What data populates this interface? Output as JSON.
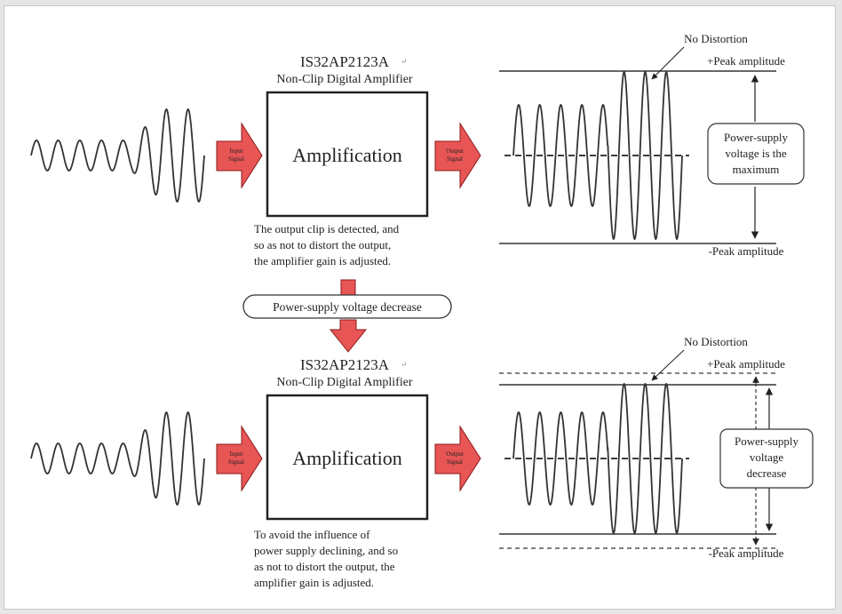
{
  "top": {
    "chip_title": "IS32AP2123A",
    "chip_subtitle": "Non-Clip Digital Amplifier",
    "box_label": "Amplification",
    "input_arrow_label": [
      "Input",
      "Signal"
    ],
    "output_arrow_label": [
      "Output",
      "Signal"
    ],
    "caption": [
      "The output clip is detected, and",
      "so as not to distort the output,",
      "the amplifier gain is adjusted."
    ],
    "no_distortion": "No Distortion",
    "peak_plus": "+Peak amplitude",
    "peak_minus": "-Peak amplitude",
    "side_box": [
      "Power-supply",
      "voltage is the",
      "maximum"
    ]
  },
  "middle": {
    "pill_label": "Power-supply voltage decrease"
  },
  "bottom": {
    "chip_title": "IS32AP2123A",
    "chip_subtitle": "Non-Clip Digital Amplifier",
    "box_label": "Amplification",
    "input_arrow_label": [
      "Input",
      "Signal"
    ],
    "output_arrow_label": [
      "Output",
      "Signal"
    ],
    "caption": [
      "To avoid the influence of",
      "power supply declining, and so",
      "as not to distort the output, the",
      "amplifier gain is adjusted."
    ],
    "no_distortion": "No Distortion",
    "peak_plus": "+Peak amplitude",
    "peak_minus": "-Peak amplitude",
    "side_box": [
      "Power-supply",
      "voltage",
      "decrease"
    ]
  },
  "colors": {
    "arrow_fill": "#e85555",
    "arrow_stroke": "#8b1a1a",
    "line": "#333333"
  }
}
